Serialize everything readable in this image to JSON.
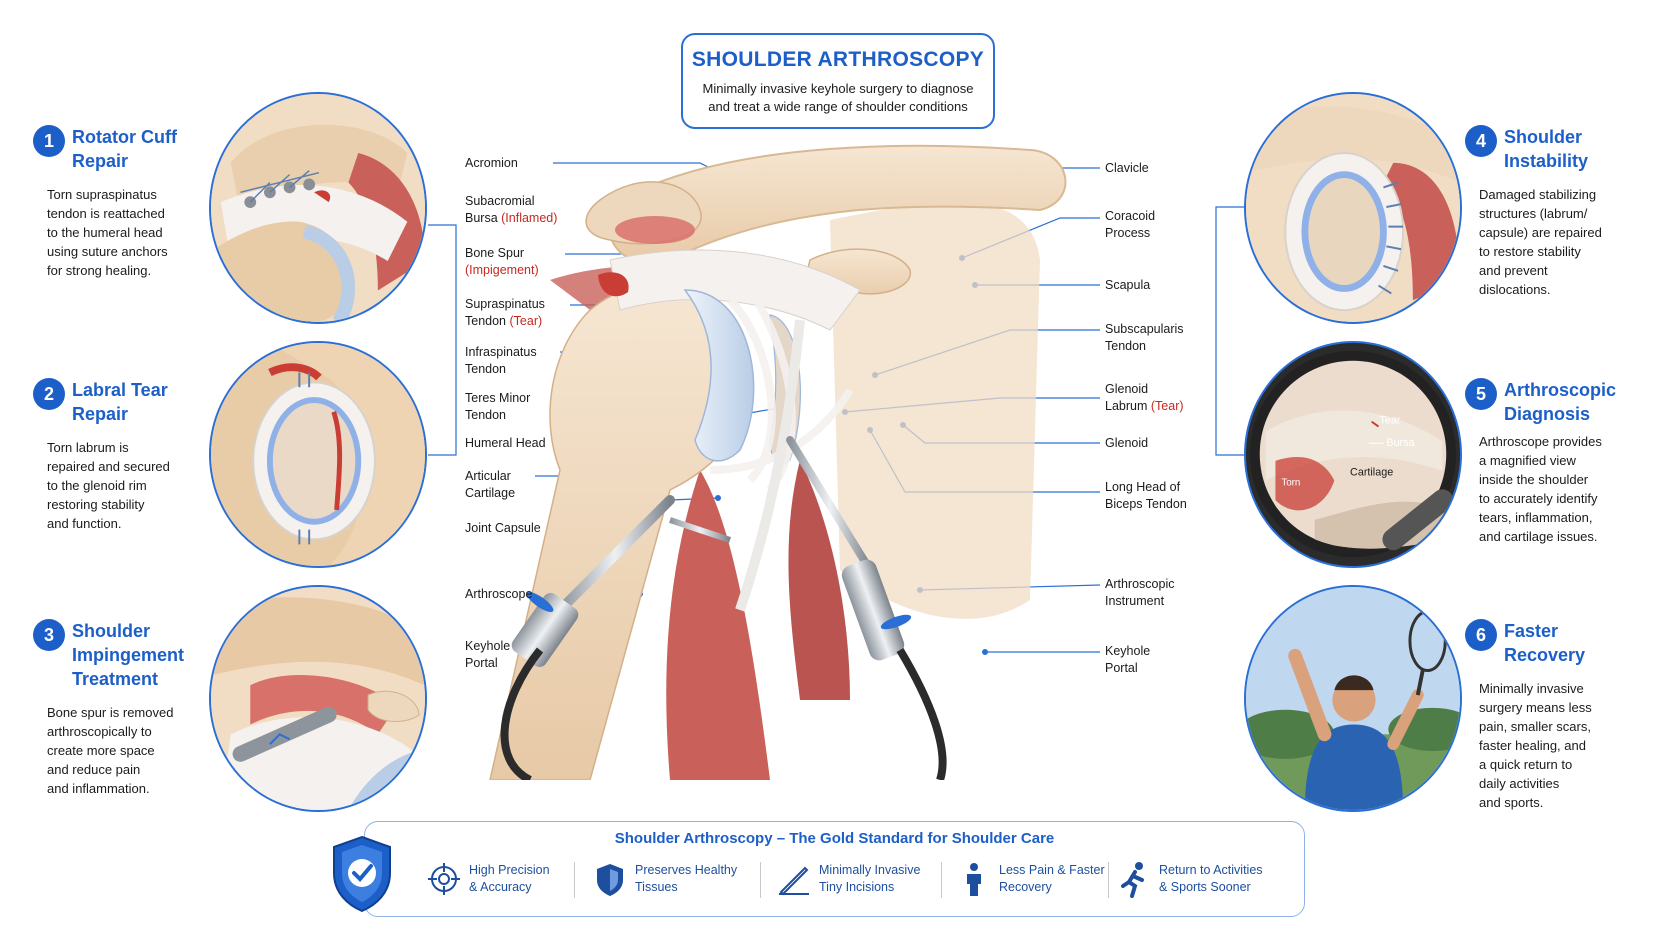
{
  "header": {
    "title": "SHOULDER ARTHROSCOPY",
    "subtitle_line1": "Minimally invasive keyhole surgery to diagnose",
    "subtitle_line2": "and treat a wide range of shoulder conditions"
  },
  "sections": [
    {
      "num": "1",
      "title_lines": [
        "Rotator Cuff",
        "Repair"
      ],
      "desc_lines": [
        "Torn supraspinatus",
        "tendon is reattached",
        "to the humeral head",
        "using suture anchors",
        "for strong healing."
      ]
    },
    {
      "num": "2",
      "title_lines": [
        "Labral Tear",
        "Repair"
      ],
      "desc_lines": [
        "Torn labrum is",
        "repaired and secured",
        "to the glenoid rim",
        "restoring stability",
        "and function."
      ]
    },
    {
      "num": "3",
      "title_lines": [
        "Shoulder",
        "Impingement",
        "Treatment"
      ],
      "desc_lines": [
        "Bone spur is removed",
        "arthroscopically to",
        "create more space",
        "and reduce pain",
        "and inflammation."
      ]
    },
    {
      "num": "4",
      "title_lines": [
        "Shoulder",
        "Instability"
      ],
      "desc_lines": [
        "Damaged stabilizing",
        "structures (labrum/",
        "capsule) are repaired",
        "to restore stability",
        "and prevent",
        "dislocations."
      ]
    },
    {
      "num": "5",
      "title_lines": [
        "Arthroscopic",
        "Diagnosis"
      ],
      "desc_lines": [
        "Arthroscope provides",
        "a magnified view",
        "inside the shoulder",
        "to accurately identify",
        "tears, inflammation,",
        "and cartilage issues."
      ]
    },
    {
      "num": "6",
      "title_lines": [
        "Faster",
        "Recovery"
      ],
      "desc_lines": [
        "Minimally invasive",
        "surgery means less",
        "pain, smaller scars,",
        "faster healing, and",
        "a quick return to",
        "daily activities",
        "and sports."
      ]
    }
  ],
  "scope_view": {
    "tear": "Tear",
    "bursa": "Bursa",
    "cartilage": "Cartilage",
    "torn": "Torn"
  },
  "left_labels": {
    "acromion": "Acromion",
    "subacromial_1": "Subacromial",
    "subacromial_2": "Bursa",
    "subacromial_red": "(Inflamed)",
    "bone_spur_1": "Bone Spur",
    "bone_spur_red": "(Impigement)",
    "supraspinatus_1": "Supraspinatus",
    "supraspinatus_2": "Tendon",
    "supraspinatus_red": "(Tear)",
    "infraspinatus_1": "Infraspinatus",
    "infraspinatus_2": "Tendon",
    "teres_1": "Teres Minor",
    "teres_2": "Tendon",
    "humeral_head": "Humeral Head",
    "articular_1": "Articular",
    "articular_2": "Cartilage",
    "joint_capsule": "Joint Capsule",
    "arthroscope": "Arthroscope",
    "keyhole_1": "Keyhole",
    "keyhole_2": "Portal"
  },
  "right_labels": {
    "clavicle": "Clavicle",
    "coracoid_1": "Coracoid",
    "coracoid_2": "Process",
    "scapula": "Scapula",
    "subscapularis_1": "Subscapularis",
    "subscapularis_2": "Tendon",
    "glenoid_labrum_1": "Glenoid",
    "glenoid_labrum_2": "Labrum",
    "glenoid_labrum_red": "(Tear)",
    "glenoid": "Glenoid",
    "biceps_1": "Long Head of",
    "biceps_2": "Biceps Tendon",
    "instrument_1": "Arthroscopic",
    "instrument_2": "Instrument",
    "keyhole_1": "Keyhole",
    "keyhole_2": "Portal"
  },
  "banner": {
    "title": "Shoulder Arthroscopy – The Gold Standard for Shoulder Care",
    "features": [
      {
        "icon": "target-icon",
        "lines": [
          "High Precision",
          "& Accuracy"
        ]
      },
      {
        "icon": "shield-icon",
        "lines": [
          "Preserves Healthy",
          "Tissues"
        ]
      },
      {
        "icon": "scalpel-icon",
        "lines": [
          "Minimally Invasive",
          "Tiny Incisions"
        ]
      },
      {
        "icon": "person-icon",
        "lines": [
          "Less Pain & Faster",
          "Recovery"
        ]
      },
      {
        "icon": "runner-icon",
        "lines": [
          "Return to Activities",
          "& Sports Sooner"
        ]
      }
    ]
  },
  "colors": {
    "accent": "#1d5fc9",
    "red": "#c8281e",
    "bone": "#f0dcc2",
    "muscle": "#c9605a"
  }
}
